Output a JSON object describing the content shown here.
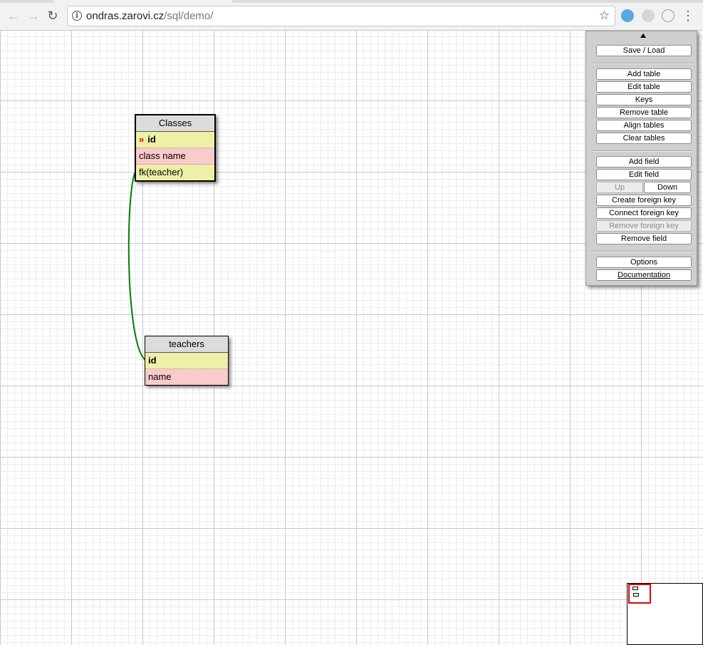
{
  "browser": {
    "url_host": "ondras.zarovi.cz",
    "url_path": "/sql/demo/"
  },
  "tables": [
    {
      "title": "Classes",
      "rows": [
        {
          "label": "id",
          "primary_key": true,
          "marker": "»"
        },
        {
          "label": "class name"
        },
        {
          "label": "fk(teacher)"
        }
      ]
    },
    {
      "title": "teachers",
      "rows": [
        {
          "label": "id",
          "primary_key": true
        },
        {
          "label": "name"
        }
      ]
    }
  ],
  "panel": {
    "save_load": "Save / Load",
    "add_table": "Add table",
    "edit_table": "Edit table",
    "keys": "Keys",
    "remove_table": "Remove table",
    "align_tables": "Align tables",
    "clear_tables": "Clear tables",
    "add_field": "Add field",
    "edit_field": "Edit field",
    "up": "Up",
    "down": "Down",
    "create_foreign_key": "Create foreign key",
    "connect_foreign_key": "Connect foreign key",
    "remove_foreign_key": "Remove foreign key",
    "remove_field": "Remove field",
    "options": "Options",
    "documentation": "Documentation"
  },
  "colors": {
    "relation_line": "#008000",
    "row_yellow": "#eef0a8",
    "row_pink": "#fbcaca",
    "minimap_viewport": "#e00000"
  }
}
